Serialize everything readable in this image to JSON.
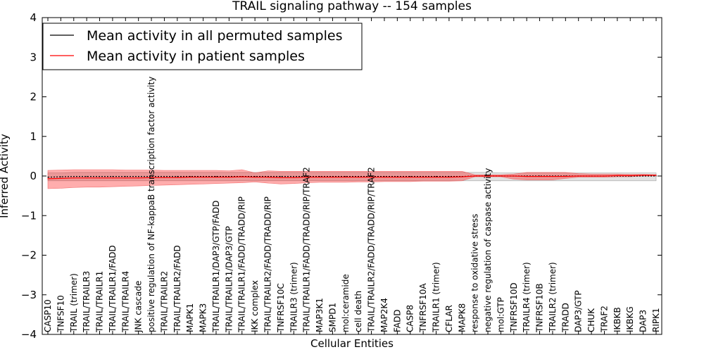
{
  "chart_data": {
    "type": "line",
    "title": "TRAIL signaling pathway -- 154 samples",
    "xlabel": "Cellular Entities",
    "ylabel": "Inferred Activity",
    "ylim": [
      -4,
      4
    ],
    "yticks": [
      "−4",
      "−3",
      "−2",
      "−1",
      "0",
      "1",
      "2",
      "3",
      "4"
    ],
    "legend_position": "top-left",
    "categories": [
      "CASP10",
      "TNFSF10",
      "TRAIL (trimer)",
      "TRAIL/TRAILR3",
      "TRAIL/TRAILR1",
      "TRAIL/TRAILR1/FADD",
      "TRAIL/TRAILR4",
      "JNK cascade",
      "positive regulation of NF-kappaB transcription factor activity",
      "TRAIL/TRAILR2",
      "TRAIL/TRAILR2/FADD",
      "MAPK1",
      "MAPK3",
      "TRAIL/TRAILR1/DAP3/GTP/FADD",
      "TRAIL/TRAILR1/DAP3/GTP",
      "TRAIL/TRAILR1/FADD/TRADD/RIP",
      "IKK complex",
      "TRAIL/TRAILR2/FADD/TRADD/RIP",
      "TNFRSF10C",
      "TRAILR3 (trimer)",
      "TRAIL/TRAILR1/FADD/TRADD/RIP/TRAF2",
      "MAP3K1",
      "SMPD1",
      "mol:ceramide",
      "cell death",
      "TRAIL/TRAILR2/FADD/TRADD/RIP/TRAF2",
      "MAP2K4",
      "FADD",
      "CASP8",
      "TNFRSF10A",
      "TRAILR1 (trimer)",
      "CFLAR",
      "MAPK8",
      "response to oxidative stress",
      "negative regulation of caspase activity",
      "mol:GTP",
      "TNFRSF10D",
      "TRAILR4 (trimer)",
      "TNFRSF10B",
      "TRAILR2 (trimer)",
      "TRADD",
      "DAP3/GTP",
      "CHUK",
      "TRAF2",
      "IKBKB",
      "IKBKG",
      "DAP3",
      "RIPK1"
    ],
    "series": [
      {
        "name": "Mean activity in all permuted samples",
        "color": "#000000",
        "values": [
          -0.03,
          -0.02,
          -0.01,
          -0.01,
          -0.01,
          -0.01,
          -0.01,
          -0.01,
          -0.01,
          -0.01,
          -0.01,
          -0.01,
          -0.01,
          -0.01,
          -0.01,
          -0.01,
          -0.01,
          -0.01,
          -0.01,
          -0.01,
          -0.01,
          -0.01,
          -0.01,
          -0.01,
          -0.01,
          -0.01,
          -0.01,
          -0.01,
          -0.01,
          -0.01,
          -0.01,
          -0.01,
          -0.01,
          0.0,
          0.0,
          0.0,
          0.0,
          0.0,
          0.0,
          0.0,
          0.0,
          0.0,
          0.0,
          0.0,
          0.0,
          0.0,
          0.0,
          0.0
        ],
        "band_upper": [
          0.08,
          0.08,
          0.09,
          0.09,
          0.09,
          0.09,
          0.09,
          0.09,
          0.09,
          0.09,
          0.09,
          0.09,
          0.09,
          0.09,
          0.09,
          0.09,
          0.09,
          0.09,
          0.09,
          0.09,
          0.09,
          0.09,
          0.09,
          0.09,
          0.09,
          0.09,
          0.09,
          0.09,
          0.09,
          0.09,
          0.09,
          0.09,
          0.09,
          0.09,
          0.09,
          0.08,
          0.08,
          0.08,
          0.08,
          0.08,
          0.08,
          0.08,
          0.08,
          0.08,
          0.08,
          0.08,
          0.08,
          0.08
        ],
        "band_lower": [
          -0.12,
          -0.12,
          -0.12,
          -0.12,
          -0.12,
          -0.12,
          -0.12,
          -0.12,
          -0.12,
          -0.12,
          -0.12,
          -0.12,
          -0.12,
          -0.12,
          -0.12,
          -0.12,
          -0.12,
          -0.12,
          -0.12,
          -0.12,
          -0.12,
          -0.12,
          -0.12,
          -0.12,
          -0.12,
          -0.12,
          -0.12,
          -0.12,
          -0.12,
          -0.12,
          -0.12,
          -0.12,
          -0.12,
          -0.12,
          -0.12,
          -0.12,
          -0.12,
          -0.12,
          -0.12,
          -0.12,
          -0.12,
          -0.12,
          -0.12,
          -0.12,
          -0.12,
          -0.12,
          -0.12,
          -0.12
        ]
      },
      {
        "name": "Mean activity in patient samples",
        "color": "#ff0000",
        "values": [
          -0.07,
          -0.06,
          -0.05,
          -0.05,
          -0.05,
          -0.05,
          -0.05,
          -0.05,
          -0.04,
          -0.04,
          -0.04,
          -0.03,
          -0.03,
          -0.03,
          -0.03,
          -0.02,
          -0.03,
          -0.03,
          -0.04,
          -0.04,
          -0.03,
          -0.03,
          -0.03,
          -0.03,
          -0.03,
          -0.03,
          -0.03,
          -0.03,
          -0.03,
          -0.03,
          -0.03,
          -0.03,
          -0.02,
          0.0,
          0.0,
          0.0,
          0.0,
          -0.01,
          -0.01,
          -0.01,
          -0.01,
          0.0,
          0.0,
          0.0,
          0.01,
          0.01,
          0.02,
          0.02
        ],
        "band_upper": [
          0.14,
          0.15,
          0.16,
          0.16,
          0.16,
          0.16,
          0.15,
          0.15,
          0.15,
          0.14,
          0.14,
          0.14,
          0.14,
          0.14,
          0.13,
          0.16,
          0.08,
          0.13,
          0.12,
          0.12,
          0.12,
          0.12,
          0.12,
          0.12,
          0.12,
          0.12,
          0.12,
          0.12,
          0.12,
          0.12,
          0.12,
          0.12,
          0.12,
          0.03,
          0.03,
          0.03,
          0.05,
          0.09,
          0.09,
          0.09,
          0.09,
          0.06,
          0.05,
          0.05,
          0.05,
          0.04,
          0.04,
          0.03
        ],
        "band_lower": [
          -0.32,
          -0.31,
          -0.29,
          -0.28,
          -0.28,
          -0.27,
          -0.26,
          -0.25,
          -0.24,
          -0.23,
          -0.22,
          -0.21,
          -0.2,
          -0.19,
          -0.18,
          -0.17,
          -0.15,
          -0.18,
          -0.2,
          -0.19,
          -0.17,
          -0.16,
          -0.16,
          -0.16,
          -0.15,
          -0.15,
          -0.14,
          -0.14,
          -0.14,
          -0.13,
          -0.13,
          -0.13,
          -0.12,
          -0.02,
          -0.02,
          -0.02,
          -0.08,
          -0.1,
          -0.1,
          -0.1,
          -0.06,
          -0.03,
          -0.03,
          -0.03,
          -0.02,
          -0.02,
          0.0,
          0.0
        ]
      }
    ]
  }
}
